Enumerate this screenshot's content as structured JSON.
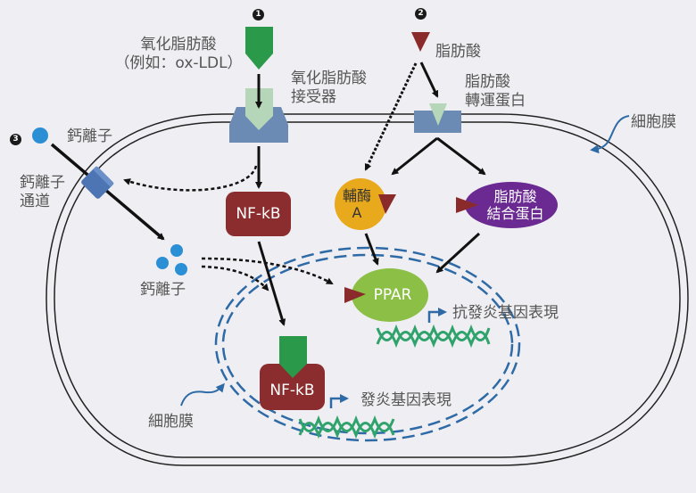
{
  "colors": {
    "background": "#efeef2",
    "membrane_line": "#222222",
    "nuclear_membrane": "#2e6aa6",
    "receptor_blue": "#6b8bb5",
    "ligand_green": "#2a9a4a",
    "ligand_green_light": "#b5d6b8",
    "fatty_acid_red": "#8b2a2a",
    "nfkb_red": "#8b2c2e",
    "coenzyme_yellow": "#e8a91c",
    "fabp_purple": "#6a2a91",
    "ppar_green": "#8bbf45",
    "dna_green": "#2fa36b",
    "calcium_blue": "#2b8fd6",
    "channel_blue": "#4d74b3",
    "text_gray": "#555555"
  },
  "badges": {
    "one": "1",
    "two": "2",
    "three": "3"
  },
  "labels": {
    "oxidized_fatty_acid_line1": "氧化脂肪酸",
    "oxidized_fatty_acid_line2": "（例如：ox-LDL）",
    "oxidized_receptor_line1": "氧化脂肪酸",
    "oxidized_receptor_line2": "接受器",
    "fatty_acid": "脂肪酸",
    "fatty_acid_transporter_line1": "脂肪酸",
    "fatty_acid_transporter_line2": "轉運蛋白",
    "cell_membrane_right": "細胞膜",
    "calcium_ion_top": "鈣離子",
    "calcium_channel_line1": "鈣離子",
    "calcium_channel_line2": "通道",
    "calcium_ion_inside": "鈣離子",
    "cell_membrane_lower": "細胞膜",
    "nfkb_cytoplasm": "NF-kB",
    "nfkb_nucleus": "NF-kB",
    "coenzyme_a_line1": "輔酶",
    "coenzyme_a_line2": "A",
    "fabp_line1": "脂肪酸",
    "fabp_line2": "結合蛋白",
    "ppar": "PPAR",
    "anti_inflammatory_expression": "抗發炎基因表現",
    "inflammatory_expression": "發炎基因表現"
  }
}
